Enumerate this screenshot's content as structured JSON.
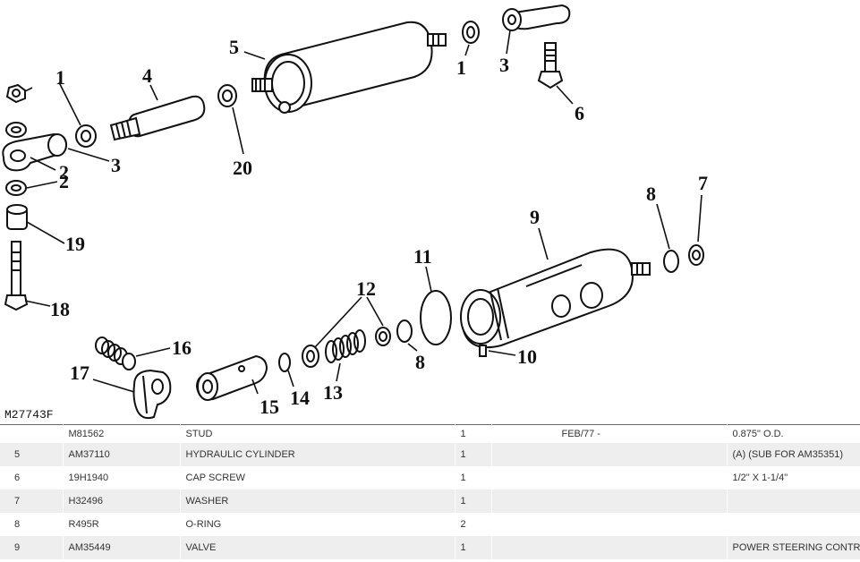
{
  "diagram": {
    "figure_id": "M27743F",
    "callouts": [
      "1",
      "4",
      "5",
      "1",
      "3",
      "6",
      "2",
      "3",
      "2",
      "20",
      "19",
      "18",
      "9",
      "8",
      "7",
      "11",
      "12",
      "16",
      "17",
      "14",
      "13",
      "15",
      "8",
      "10"
    ]
  },
  "parts_table": {
    "rows": [
      {
        "ref": "",
        "part_no": "M81562",
        "description": "STUD",
        "qty": "1",
        "serial": "FEB/77    -",
        "remarks": "0.875\" O.D."
      },
      {
        "ref": "5",
        "part_no": "AM37110",
        "description": "HYDRAULIC CYLINDER",
        "qty": "1",
        "serial": "",
        "remarks": "(A) (SUB FOR AM35351)"
      },
      {
        "ref": "6",
        "part_no": "19H1940",
        "description": "CAP SCREW",
        "qty": "1",
        "serial": "",
        "remarks": "1/2\" X 1-1/4\""
      },
      {
        "ref": "7",
        "part_no": "H32496",
        "description": "WASHER",
        "qty": "1",
        "serial": "",
        "remarks": ""
      },
      {
        "ref": "8",
        "part_no": "R495R",
        "description": "O-RING",
        "qty": "2",
        "serial": "",
        "remarks": ""
      },
      {
        "ref": "9",
        "part_no": "AM35449",
        "description": "VALVE",
        "qty": "1",
        "serial": "",
        "remarks": "POWER STEERING CONTROL"
      }
    ]
  }
}
